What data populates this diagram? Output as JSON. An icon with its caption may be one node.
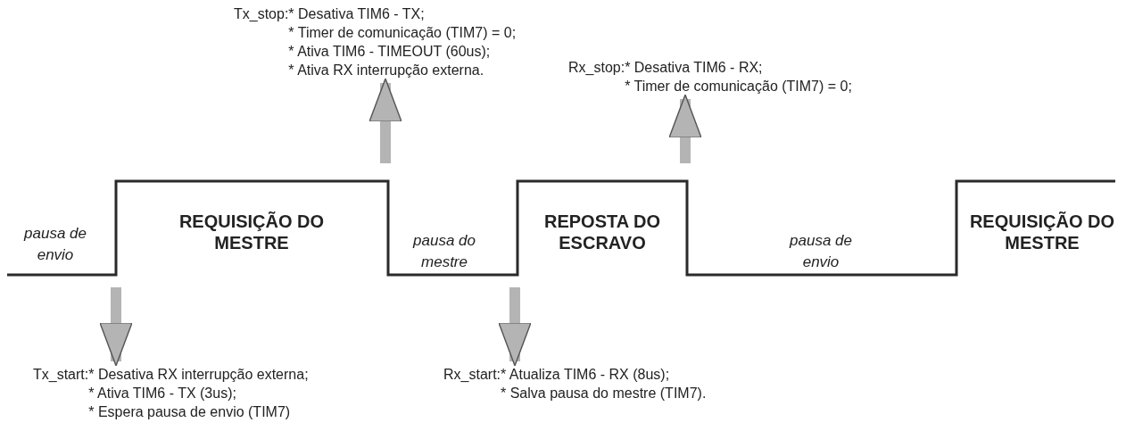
{
  "diagram": {
    "nodes": [
      {
        "text": [
          "Tx_stop:",
          "* Desativa TIM6 - TX;",
          "* Timer de comunicação (TIM7) = 0;",
          "* Ativa TIM6 - TIMEOUT (60us);",
          "* Ativa RX interrupção externa."
        ]
      },
      {
        "text": [
          "Rx_stop:",
          "* Desativa TIM6 - RX;",
          "* Timer de comunicação (TIM7) = 0;"
        ]
      },
      {
        "text": [
          "Tx_start:",
          "* Desativa RX interrupção externa;",
          "* Ativa TIM6 - TX (3us);",
          "* Espera pausa de envio (TIM7)"
        ]
      },
      {
        "text": [
          "Rx_start:",
          "* Atualiza TIM6 - RX (8us);",
          "* Salva pausa do mestre (TIM7)."
        ]
      }
    ],
    "edges": [
      {
        "from": null,
        "to": 0,
        "arrow": "to"
      },
      {
        "from": null,
        "to": 1,
        "arrow": "to"
      },
      {
        "from": null,
        "to": 2,
        "arrow": "to"
      },
      {
        "from": null,
        "to": 3,
        "arrow": "to"
      }
    ],
    "labels": [
      "pausa de envio",
      "REQUISIÇÃO DO MESTRE",
      "pausa do mestre",
      "REPOSTA DO ESCRAVO",
      "pausa de envio",
      "REQUISIÇÃO DO MESTRE"
    ]
  }
}
